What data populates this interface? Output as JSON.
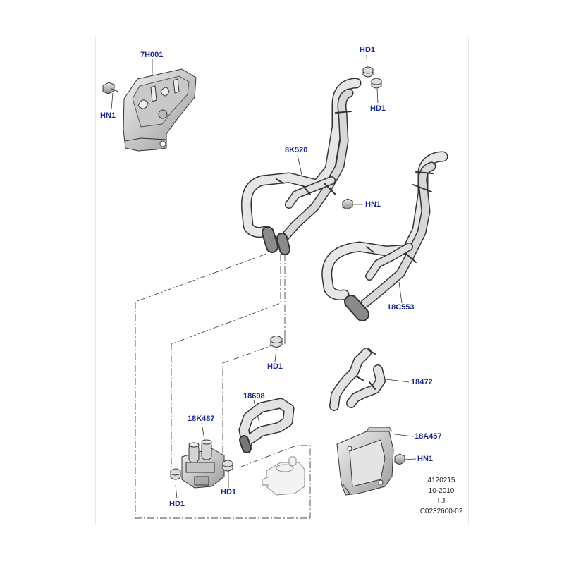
{
  "callouts": {
    "heat_shield": "7H001",
    "hn1_shield": "HN1",
    "hd1_top_a": "HD1",
    "hd1_top_b": "HD1",
    "hose_8k520": "8K520",
    "hn1_mid": "HN1",
    "hose_18c553": "18C553",
    "hd1_center": "HD1",
    "hose_18472": "18472",
    "hose_18698": "18698",
    "valve_18k487": "18K487",
    "bracket_18a457": "18A457",
    "hn1_bracket": "HN1",
    "hd1_bottom_a": "HD1",
    "hd1_bottom_b": "HD1"
  },
  "reference": {
    "line1": "4120215",
    "line2": "10-2010",
    "line3": "LJ",
    "line4": "C0232600-02"
  },
  "colors": {
    "callout": "#1a2a8c",
    "part_stroke": "#333333",
    "part_fill": "#d9d9d9",
    "part_shade": "#9a9a9a"
  }
}
